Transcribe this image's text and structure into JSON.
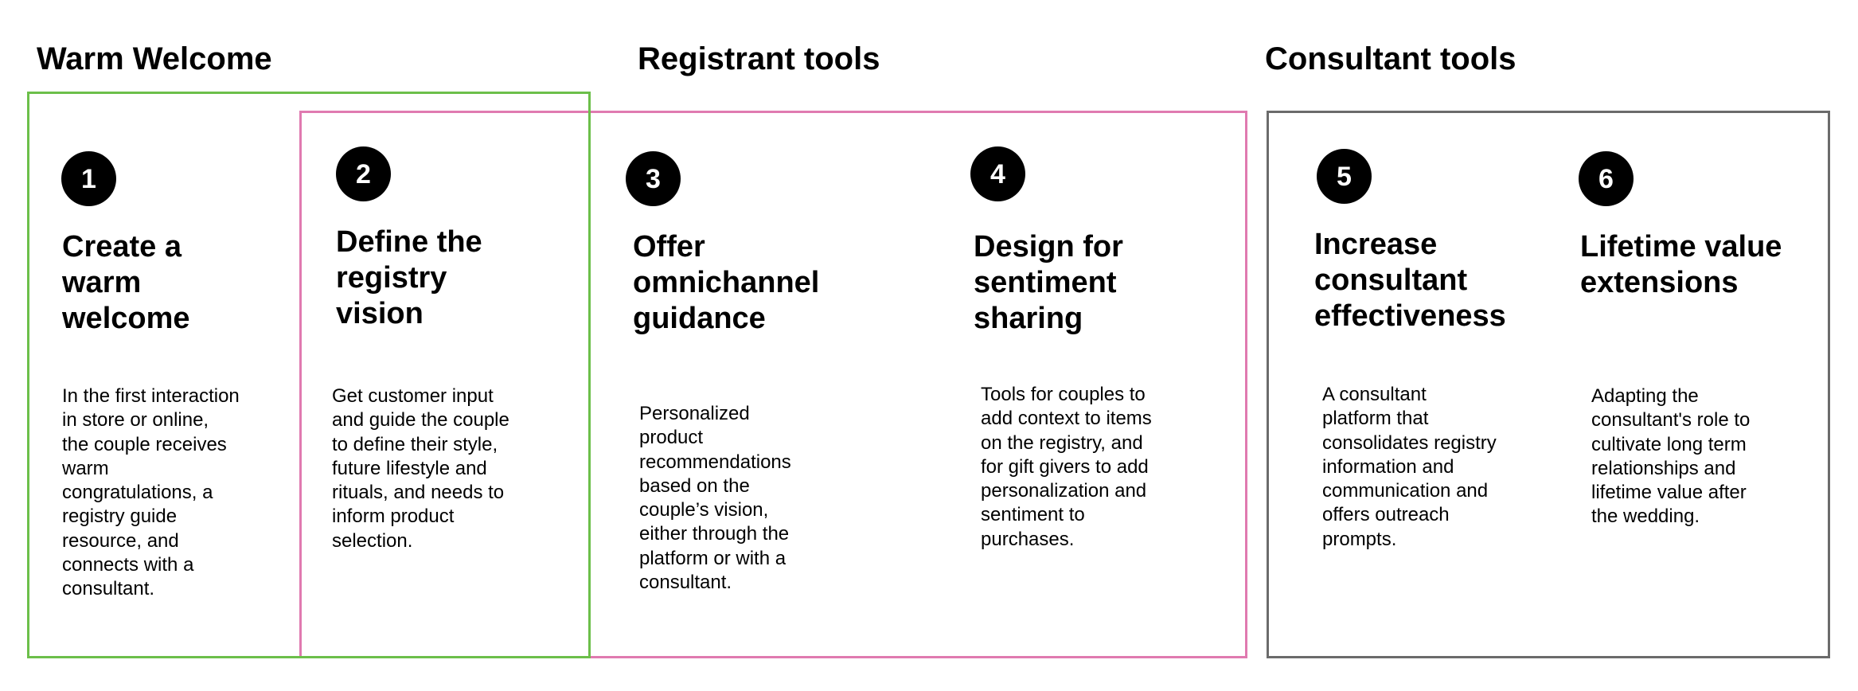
{
  "colors": {
    "warm_welcome_frame": "#6cbf4a",
    "registrant_frame": "#e07ab0",
    "consultant_frame": "#6b6b6b",
    "badge_fill": "#000000",
    "badge_text": "#ffffff"
  },
  "groups": [
    {
      "title": "Warm Welcome"
    },
    {
      "title": "Registrant tools"
    },
    {
      "title": "Consultant tools"
    }
  ],
  "steps": [
    {
      "number": "1",
      "title_lines": [
        "Create a",
        "warm",
        "welcome"
      ],
      "desc_lines": [
        "In the first interaction",
        "in store or online,",
        "the couple receives",
        "warm",
        "congratulations, a",
        "registry guide",
        "resource, and",
        "connects with a",
        "consultant."
      ]
    },
    {
      "number": "2",
      "title_lines": [
        "Define the",
        "registry",
        "vision"
      ],
      "desc_lines": [
        "Get customer input",
        "and guide the couple",
        "to define their style,",
        "future lifestyle and",
        "rituals, and needs to",
        "inform product",
        "selection."
      ]
    },
    {
      "number": "3",
      "title_lines": [
        "Offer",
        "omnichannel",
        "guidance"
      ],
      "desc_lines": [
        "Personalized",
        "product",
        "recommendations",
        "based on the",
        "couple’s vision,",
        "either through the",
        "platform or with a",
        "consultant."
      ]
    },
    {
      "number": "4",
      "title_lines": [
        "Design for",
        "sentiment",
        "sharing"
      ],
      "desc_lines": [
        "Tools for couples to",
        "add context to items",
        "on the registry, and",
        "for gift givers to add",
        "personalization and",
        "sentiment to",
        "purchases."
      ]
    },
    {
      "number": "5",
      "title_lines": [
        "Increase",
        "consultant",
        "effectiveness"
      ],
      "desc_lines": [
        "A consultant",
        "platform that",
        "consolidates registry",
        "information and",
        "communication and",
        "offers outreach",
        "prompts."
      ]
    },
    {
      "number": "6",
      "title_lines": [
        "Lifetime value",
        "extensions"
      ],
      "desc_lines": [
        "Adapting the",
        "consultant's role to",
        "cultivate long term",
        "relationships and",
        "lifetime value after",
        "the wedding."
      ]
    }
  ]
}
